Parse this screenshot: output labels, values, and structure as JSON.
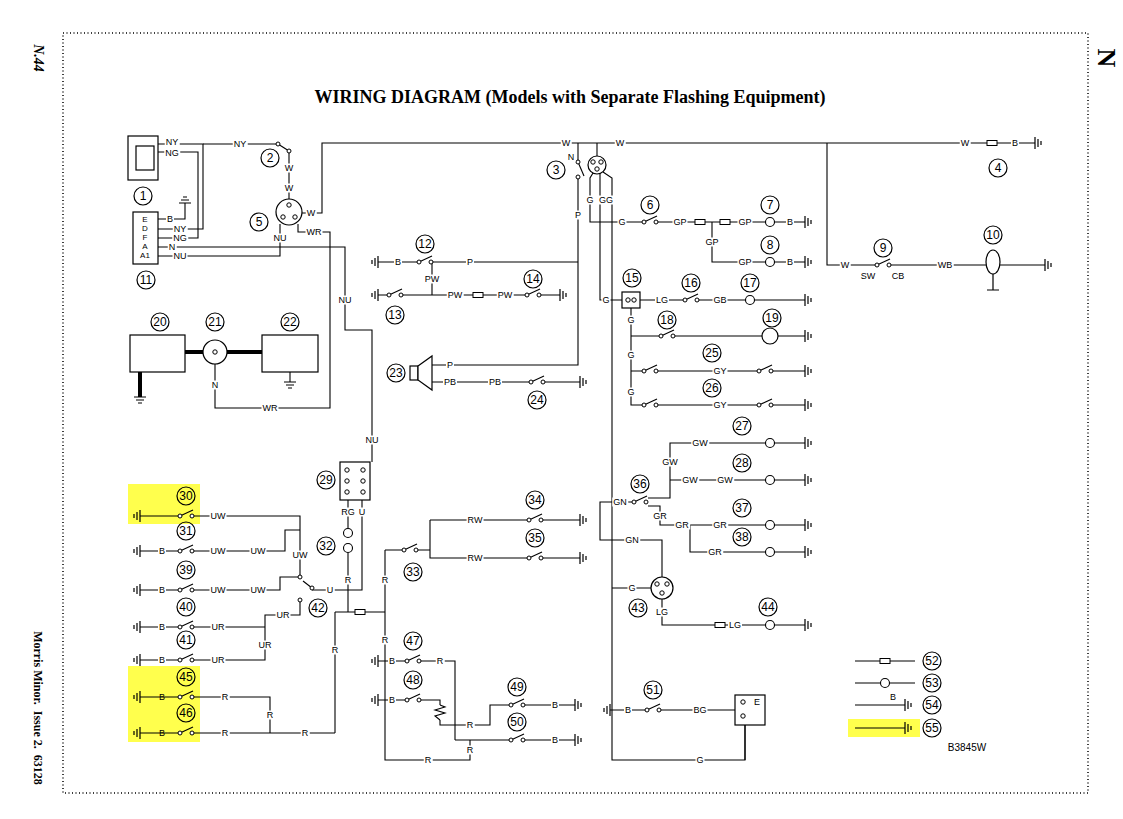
{
  "diagram": {
    "title": "WIRING DIAGRAM (Models with Separate Flashing Equipment)",
    "nodes": [
      {
        "text": [
          "1"
        ]
      },
      {
        "text": [
          "2"
        ]
      },
      {
        "text": [
          "3"
        ]
      },
      {
        "text": [
          "4"
        ]
      },
      {
        "text": [
          "5"
        ]
      },
      {
        "text": [
          "6"
        ]
      },
      {
        "text": [
          "7"
        ]
      },
      {
        "text": [
          "8"
        ]
      },
      {
        "text": [
          "9"
        ]
      },
      {
        "text": [
          "10"
        ]
      },
      {
        "text": [
          "11"
        ]
      },
      {
        "text": [
          "12"
        ]
      },
      {
        "text": [
          "13"
        ]
      },
      {
        "text": [
          "14"
        ]
      },
      {
        "text": [
          "15"
        ]
      },
      {
        "text": [
          "16"
        ]
      },
      {
        "text": [
          "17"
        ]
      },
      {
        "text": [
          "18"
        ]
      },
      {
        "text": [
          "19"
        ]
      },
      {
        "text": [
          "20"
        ]
      },
      {
        "text": [
          "21"
        ]
      },
      {
        "text": [
          "22"
        ]
      },
      {
        "text": [
          "23"
        ]
      },
      {
        "text": [
          "24"
        ]
      },
      {
        "text": [
          "25"
        ]
      },
      {
        "text": [
          "26"
        ]
      },
      {
        "text": [
          "27"
        ]
      },
      {
        "text": [
          "28"
        ]
      },
      {
        "text": [
          "29"
        ]
      },
      {
        "text": [
          "30"
        ]
      },
      {
        "text": [
          "31"
        ]
      },
      {
        "text": [
          "32"
        ]
      },
      {
        "text": [
          "33"
        ]
      },
      {
        "text": [
          "34"
        ]
      },
      {
        "text": [
          "35"
        ]
      },
      {
        "text": [
          "36"
        ]
      },
      {
        "text": [
          "37"
        ]
      },
      {
        "text": [
          "38"
        ]
      },
      {
        "text": [
          "39"
        ]
      },
      {
        "text": [
          "40"
        ]
      },
      {
        "text": [
          "41"
        ]
      },
      {
        "text": [
          "42"
        ]
      },
      {
        "text": [
          "43"
        ]
      },
      {
        "text": [
          "44"
        ]
      },
      {
        "text": [
          "45"
        ]
      },
      {
        "text": [
          "46"
        ]
      },
      {
        "text": [
          "47"
        ]
      },
      {
        "text": [
          "48"
        ]
      },
      {
        "text": [
          "49"
        ]
      },
      {
        "text": [
          "50"
        ]
      },
      {
        "text": [
          "51"
        ]
      },
      {
        "text": [
          "52"
        ]
      },
      {
        "text": [
          "53"
        ]
      },
      {
        "text": [
          "54"
        ]
      },
      {
        "text": [
          "55"
        ]
      }
    ],
    "labels": [
      "N.44",
      "N",
      "Morris Minor.  Issue 2.  63128",
      "B3845W",
      "NY",
      "NG",
      "NY",
      "W",
      "W",
      "W",
      "NU",
      "WR",
      "E",
      "D",
      "F",
      "A",
      "A1",
      "B",
      "NY",
      "NG",
      "N",
      "NU",
      "W",
      "W",
      "N",
      "P",
      "G",
      "GG",
      "W",
      "B",
      "G",
      "GP",
      "GP",
      "B",
      "GP",
      "GP",
      "B",
      "W",
      "SW",
      "CB",
      "WB",
      "B",
      "P",
      "PW",
      "PW",
      "PW",
      "G",
      "LG",
      "GB",
      "G",
      "G",
      "GY",
      "G",
      "GY",
      "GW",
      "GW",
      "GW",
      "GW",
      "GN",
      "GR",
      "GR",
      "GR",
      "GR",
      "GN",
      "G",
      "LG",
      "LG",
      "NU",
      "NU",
      "RG",
      "U",
      "P",
      "PB",
      "PB",
      "N",
      "WR",
      "UW",
      "B",
      "UW",
      "UW",
      "B",
      "UW",
      "UW",
      "UW",
      "U",
      "UR",
      "B",
      "UR",
      "B",
      "UR",
      "UR",
      "B",
      "R",
      "B",
      "R",
      "R",
      "R",
      "R",
      "R",
      "R",
      "R",
      "RW",
      "RW",
      "B",
      "R",
      "B",
      "R",
      "R",
      "R",
      "B",
      "B",
      "B",
      "BG",
      "G",
      "B",
      "E"
    ]
  }
}
